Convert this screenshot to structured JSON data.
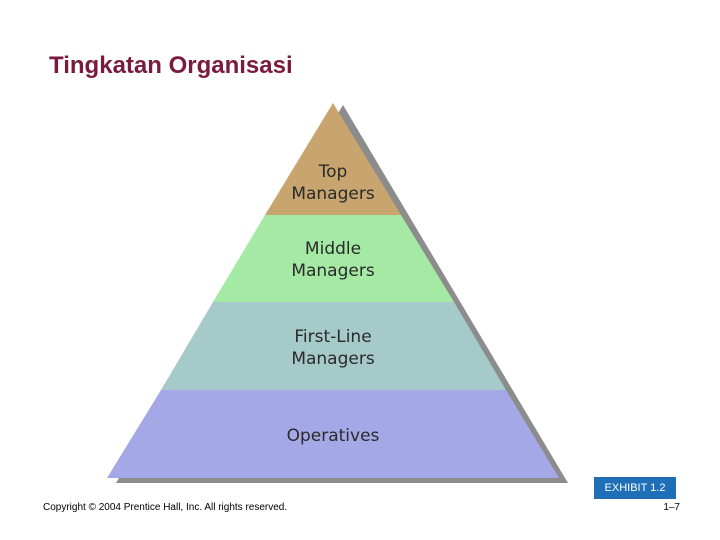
{
  "title": "Tingkatan Organisasi",
  "pyramid": {
    "levels": [
      {
        "label": "Top\nManagers",
        "color": "#c8a46e"
      },
      {
        "label": "Middle\nManagers",
        "color": "#a4eaa4"
      },
      {
        "label": "First-Line\nManagers",
        "color": "#a6c9c9"
      },
      {
        "label": "Operatives",
        "color": "#a5a8e6"
      }
    ],
    "shadow_color": "#8c8c8c"
  },
  "exhibit_label": "EXHIBIT 1.2",
  "copyright": "Copyright © 2004 Prentice Hall, Inc. All rights reserved.",
  "page_number": "1–7"
}
